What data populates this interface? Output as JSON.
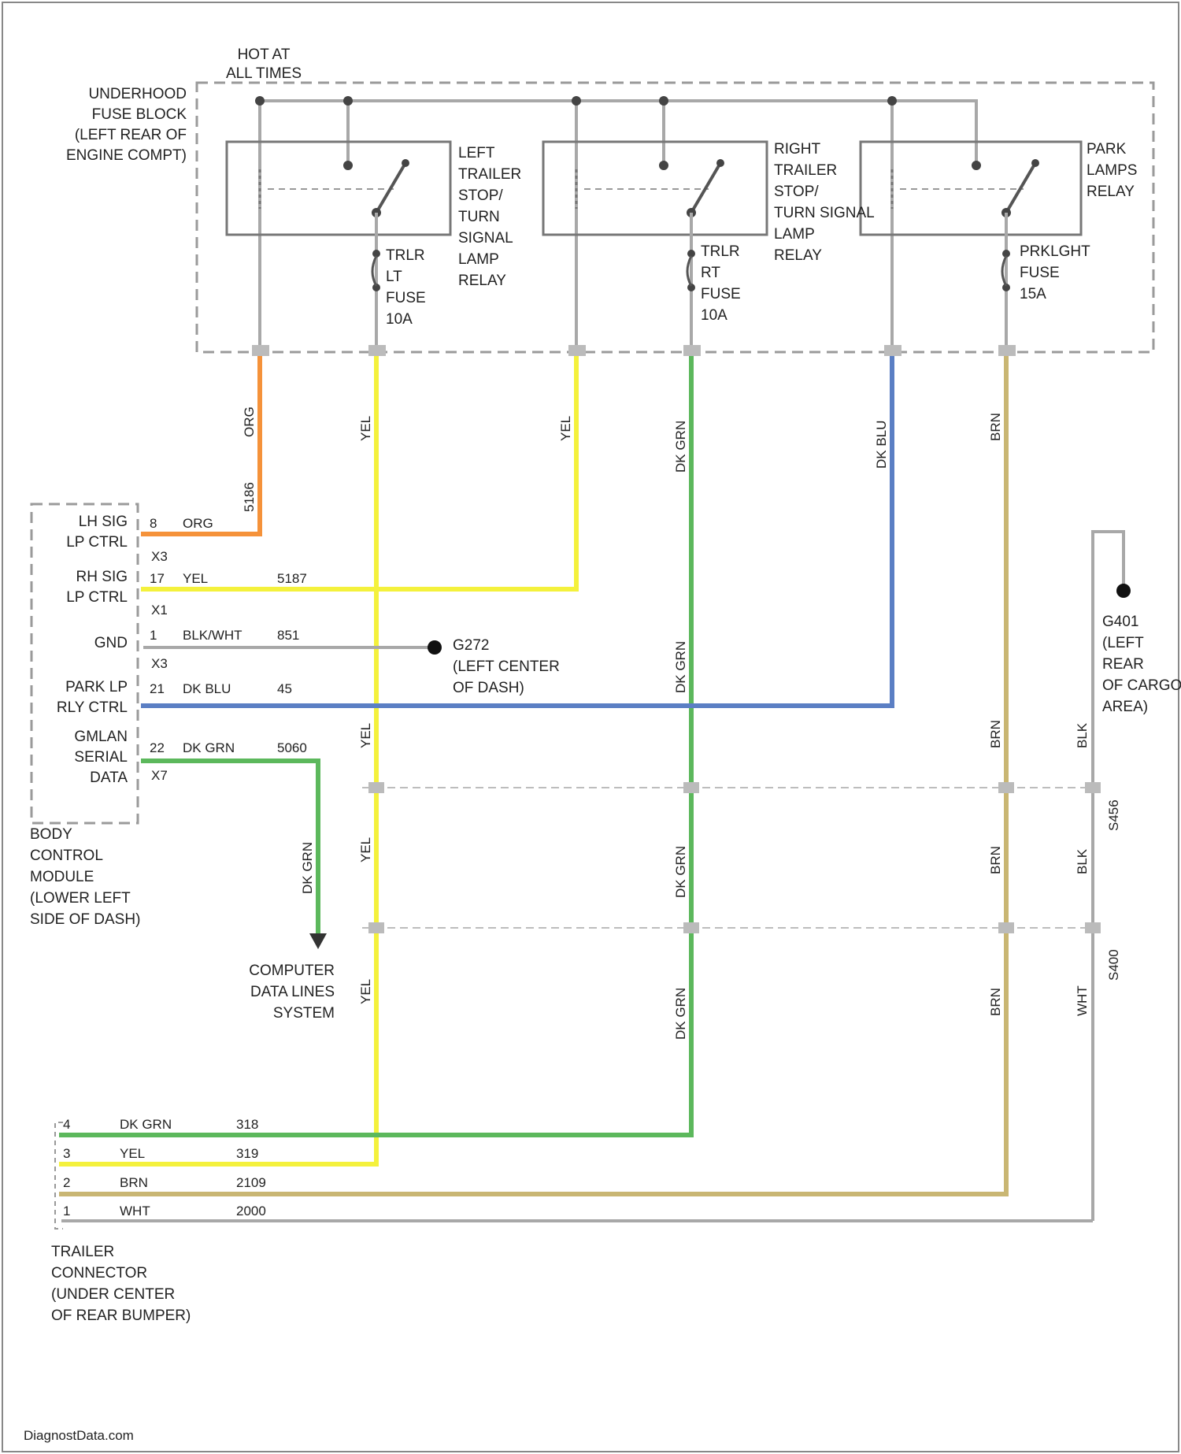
{
  "colors": {
    "orange": "#f5923a",
    "yellow": "#f4f13c",
    "green": "#5cb85c",
    "blue": "#5b7fc4",
    "tan": "#c9b673",
    "gray": "#a8a8a8"
  },
  "labels": {
    "hot_at_all_times": [
      "HOT AT",
      "ALL TIMES"
    ],
    "fuse_block": [
      "UNDERHOOD",
      "FUSE BLOCK",
      "(LEFT REAR OF",
      "ENGINE COMPT)"
    ],
    "left_relay": [
      "LEFT",
      "TRAILER",
      "STOP/",
      "TURN",
      "SIGNAL",
      "LAMP",
      "RELAY"
    ],
    "right_relay": [
      "RIGHT",
      "TRAILER",
      "STOP/",
      "TURN SIGNAL",
      "LAMP",
      "RELAY"
    ],
    "park_relay": [
      "PARK",
      "LAMPS",
      "RELAY"
    ],
    "fuse_lt": [
      "TRLR",
      "LT",
      "FUSE",
      "10A"
    ],
    "fuse_rt": [
      "TRLR",
      "RT",
      "FUSE",
      "10A"
    ],
    "fuse_park": [
      "PRKLGHT",
      "FUSE",
      "15A"
    ],
    "bcm_pins": [
      [
        "LH SIG",
        "LP CTRL"
      ],
      [
        "RH SIG",
        "LP CTRL"
      ],
      [
        "GND"
      ],
      [
        "PARK LP",
        "RLY CTRL"
      ],
      [
        "GMLAN",
        "SERIAL",
        "DATA"
      ]
    ],
    "bcm_wires": [
      {
        "pin": "8",
        "color": "ORG",
        "circuit": ""
      },
      {
        "pin": "17",
        "color": "YEL",
        "circuit": "5187"
      },
      {
        "pin": "1",
        "color": "BLK/WHT",
        "circuit": "851"
      },
      {
        "pin": "21",
        "color": "DK BLU",
        "circuit": "45"
      },
      {
        "pin": "22",
        "color": "DK GRN",
        "circuit": "5060"
      }
    ],
    "bcm_connectors": [
      "X3",
      "X1",
      "X3",
      "X7"
    ],
    "bcm": [
      "BODY",
      "CONTROL",
      "MODULE",
      "(LOWER LEFT",
      "SIDE OF DASH)"
    ],
    "ground_g": [
      "G272",
      "(LEFT CENTER",
      "OF DASH)"
    ],
    "ground_r": [
      "G401",
      "(LEFT",
      "REAR",
      "OF CARGO",
      "AREA)"
    ],
    "computer_data": [
      "COMPUTER",
      "DATA LINES",
      "SYSTEM"
    ],
    "trailer_pins": [
      {
        "pin": "4",
        "color": "DK GRN",
        "circuit": "318"
      },
      {
        "pin": "3",
        "color": "YEL",
        "circuit": "319"
      },
      {
        "pin": "2",
        "color": "BRN",
        "circuit": "2109"
      },
      {
        "pin": "1",
        "color": "WHT",
        "circuit": "2000"
      }
    ],
    "trailer": [
      "TRAILER",
      "CONNECTOR",
      "(UNDER CENTER",
      "OF REAR BUMPER)"
    ],
    "vertical_wire_labels": {
      "orange": [
        "ORG",
        "5186"
      ],
      "yellow_left": [
        "YEL",
        "YEL",
        "YEL",
        "YEL"
      ],
      "yellow_right": [
        "YEL"
      ],
      "green": [
        "DK GRN",
        "DK GRN",
        "DK GRN",
        "DK GRN"
      ],
      "blue": [
        "DK BLU"
      ],
      "tan": [
        "BRN",
        "BRN",
        "BRN",
        "BRN"
      ],
      "gray": [
        "BLK",
        "BLK",
        "WHT"
      ],
      "green_bcm": [
        "DK GRN"
      ]
    },
    "connector_ids": [
      "S456",
      "S400"
    ],
    "watermark": "DiagnostData.com"
  }
}
